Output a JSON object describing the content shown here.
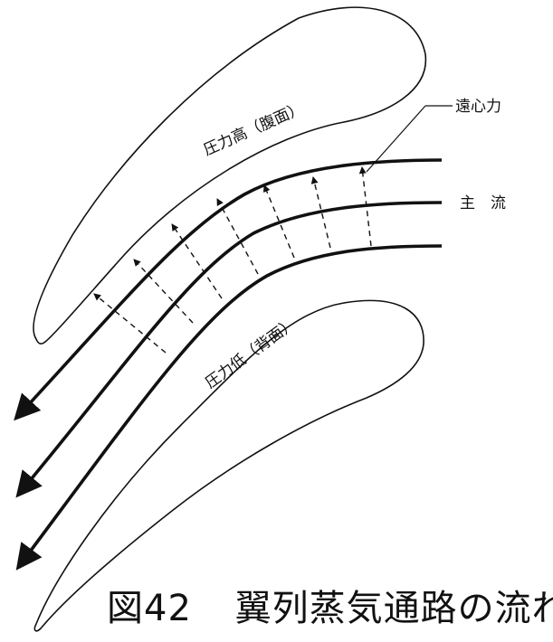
{
  "labels": {
    "pressure_high": "圧力高（腹面）",
    "pressure_low": "圧力低（背面）",
    "centrifugal_force": "遠心力",
    "main_flow": "主　流"
  },
  "caption": {
    "figure_number": "図42",
    "title": "翼列蒸気通路の流れ"
  },
  "colors": {
    "line": "#111111",
    "background": "#ffffff"
  }
}
